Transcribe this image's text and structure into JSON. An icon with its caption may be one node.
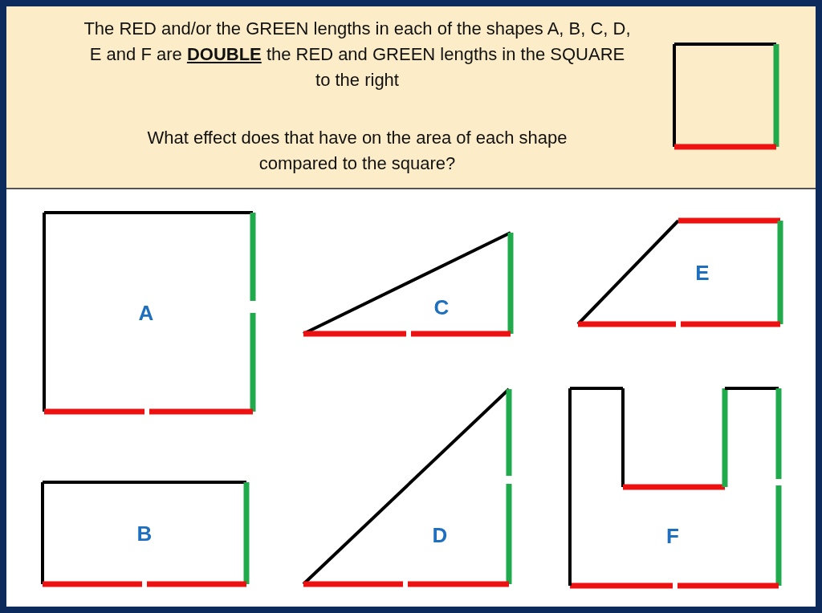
{
  "diagram": {
    "title": "The RED and/or the GREEN lengths in each of the shapes A, B, C, D, E and F are **DOUBLE** the RED and GREEN lengths in the SQUARE to the right",
    "nodes": [
      {
        "text": [],
        "shape": "box"
      },
      {
        "text": [
          "A"
        ]
      },
      {
        "text": [
          "C"
        ]
      },
      {
        "text": [
          "E"
        ]
      },
      {
        "text": [
          "B"
        ]
      },
      {
        "text": [
          "D"
        ]
      },
      {
        "text": [
          "F"
        ]
      }
    ],
    "edges": [],
    "labels": [
      "What effect does that have on the area of each shape compared to the square?"
    ]
  }
}
